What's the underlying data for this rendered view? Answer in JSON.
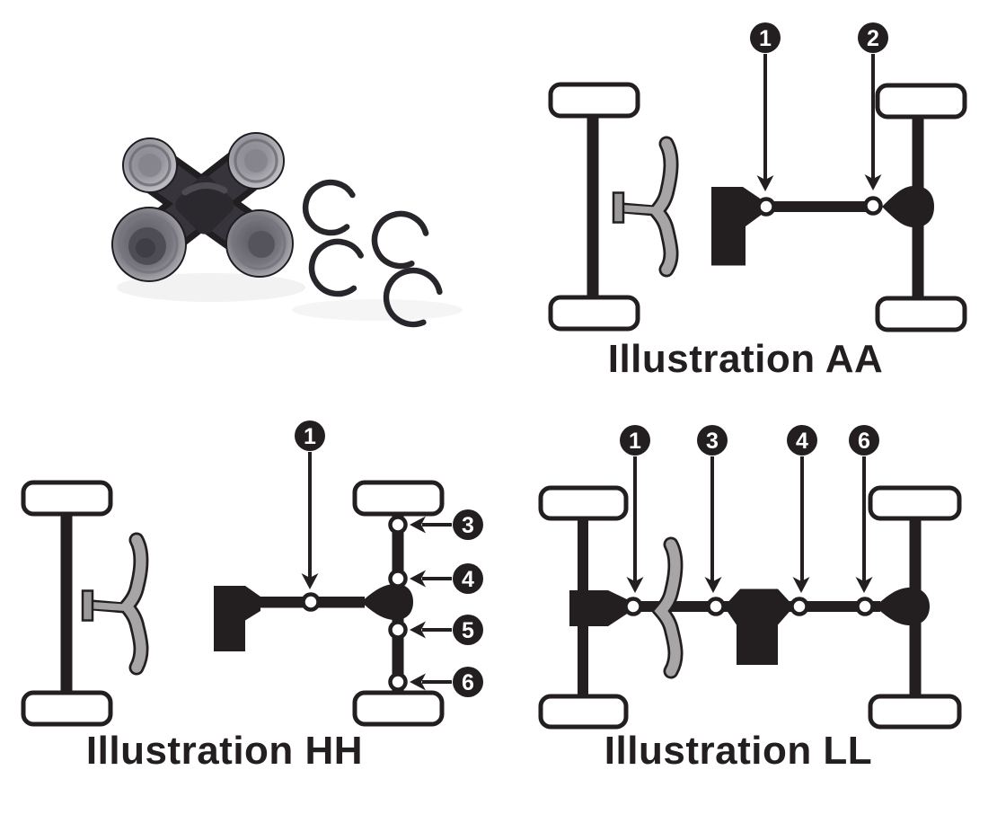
{
  "page": {
    "background": "#ffffff"
  },
  "colors": {
    "diagram_black": "#231f20",
    "engine_gray": "#a7a5a6",
    "callout_fill": "#231f20",
    "callout_number": "#ffffff",
    "joint_fill": "#ffffff",
    "snap_ring_black": "#28262b",
    "bearing_cap_gray": "#9a99a1",
    "grease_zerk_brass": "#c7a84a"
  },
  "photo": {
    "name": "universal-joint-with-four-snap-rings",
    "snap_ring_count": 4
  },
  "illustrations": [
    {
      "id": "AA",
      "label": "Illustration AA",
      "callouts": [
        "1",
        "2"
      ]
    },
    {
      "id": "HH",
      "label": "Illustration HH",
      "callouts": [
        "1",
        "3",
        "4",
        "5",
        "6"
      ]
    },
    {
      "id": "LL",
      "label": "Illustration LL",
      "callouts": [
        "1",
        "3",
        "4",
        "6"
      ]
    }
  ]
}
